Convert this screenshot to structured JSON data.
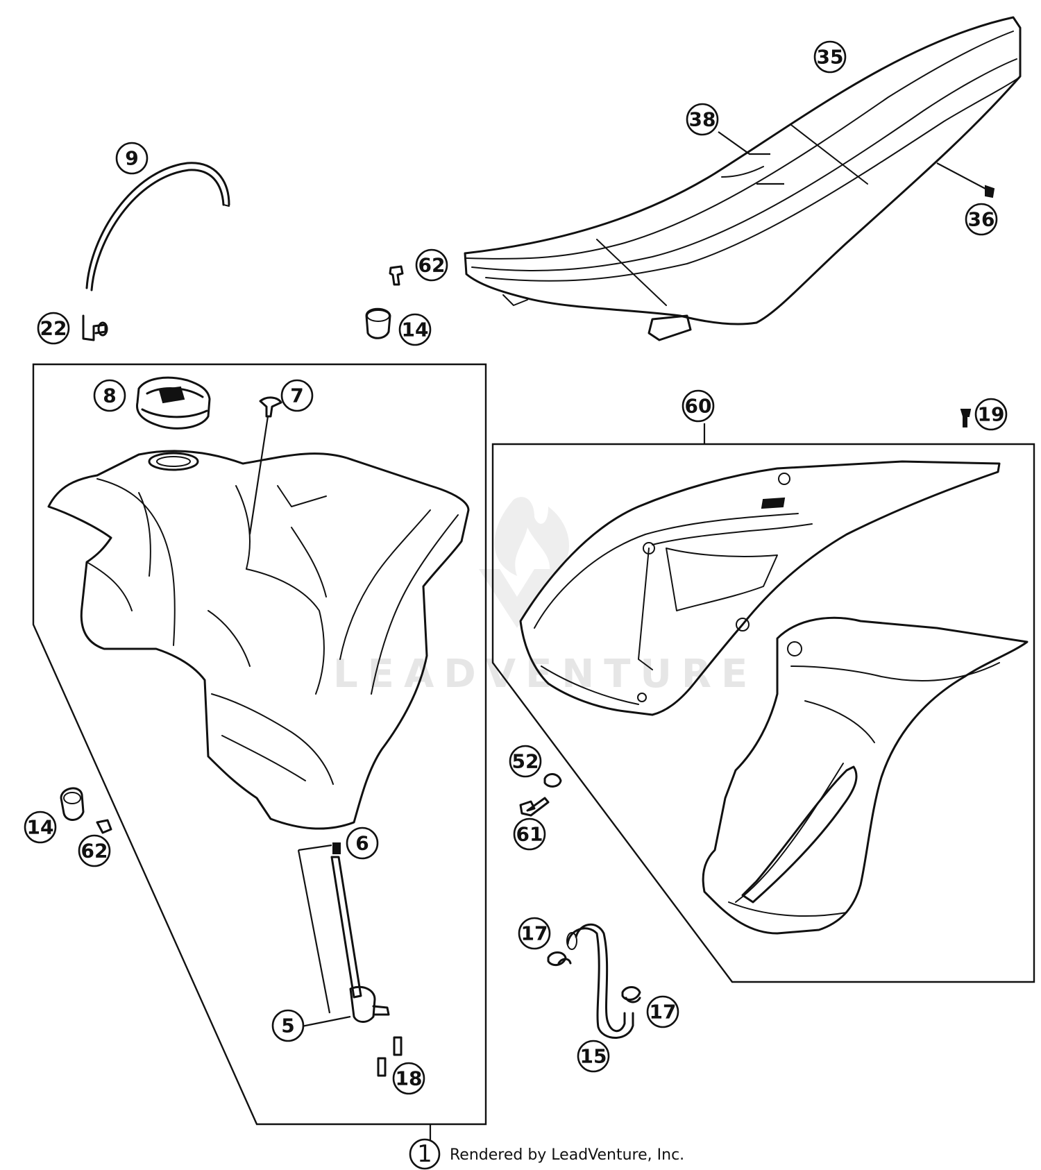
{
  "diagram": {
    "watermark": "LEADVENTURE",
    "credit": "Rendered by LeadVenture, Inc.",
    "callouts": {
      "c35": "35",
      "c38": "38",
      "c36": "36",
      "c9": "9",
      "c22": "22",
      "c62_top": "62",
      "c14_top": "14",
      "c8": "8",
      "c7": "7",
      "c60": "60",
      "c19": "19",
      "c52": "52",
      "c61": "61",
      "c14_left": "14",
      "c62_left": "62",
      "c6": "6",
      "c5": "5",
      "c18": "18",
      "c17_a": "17",
      "c17_b": "17",
      "c15": "15",
      "c1": "1"
    }
  }
}
